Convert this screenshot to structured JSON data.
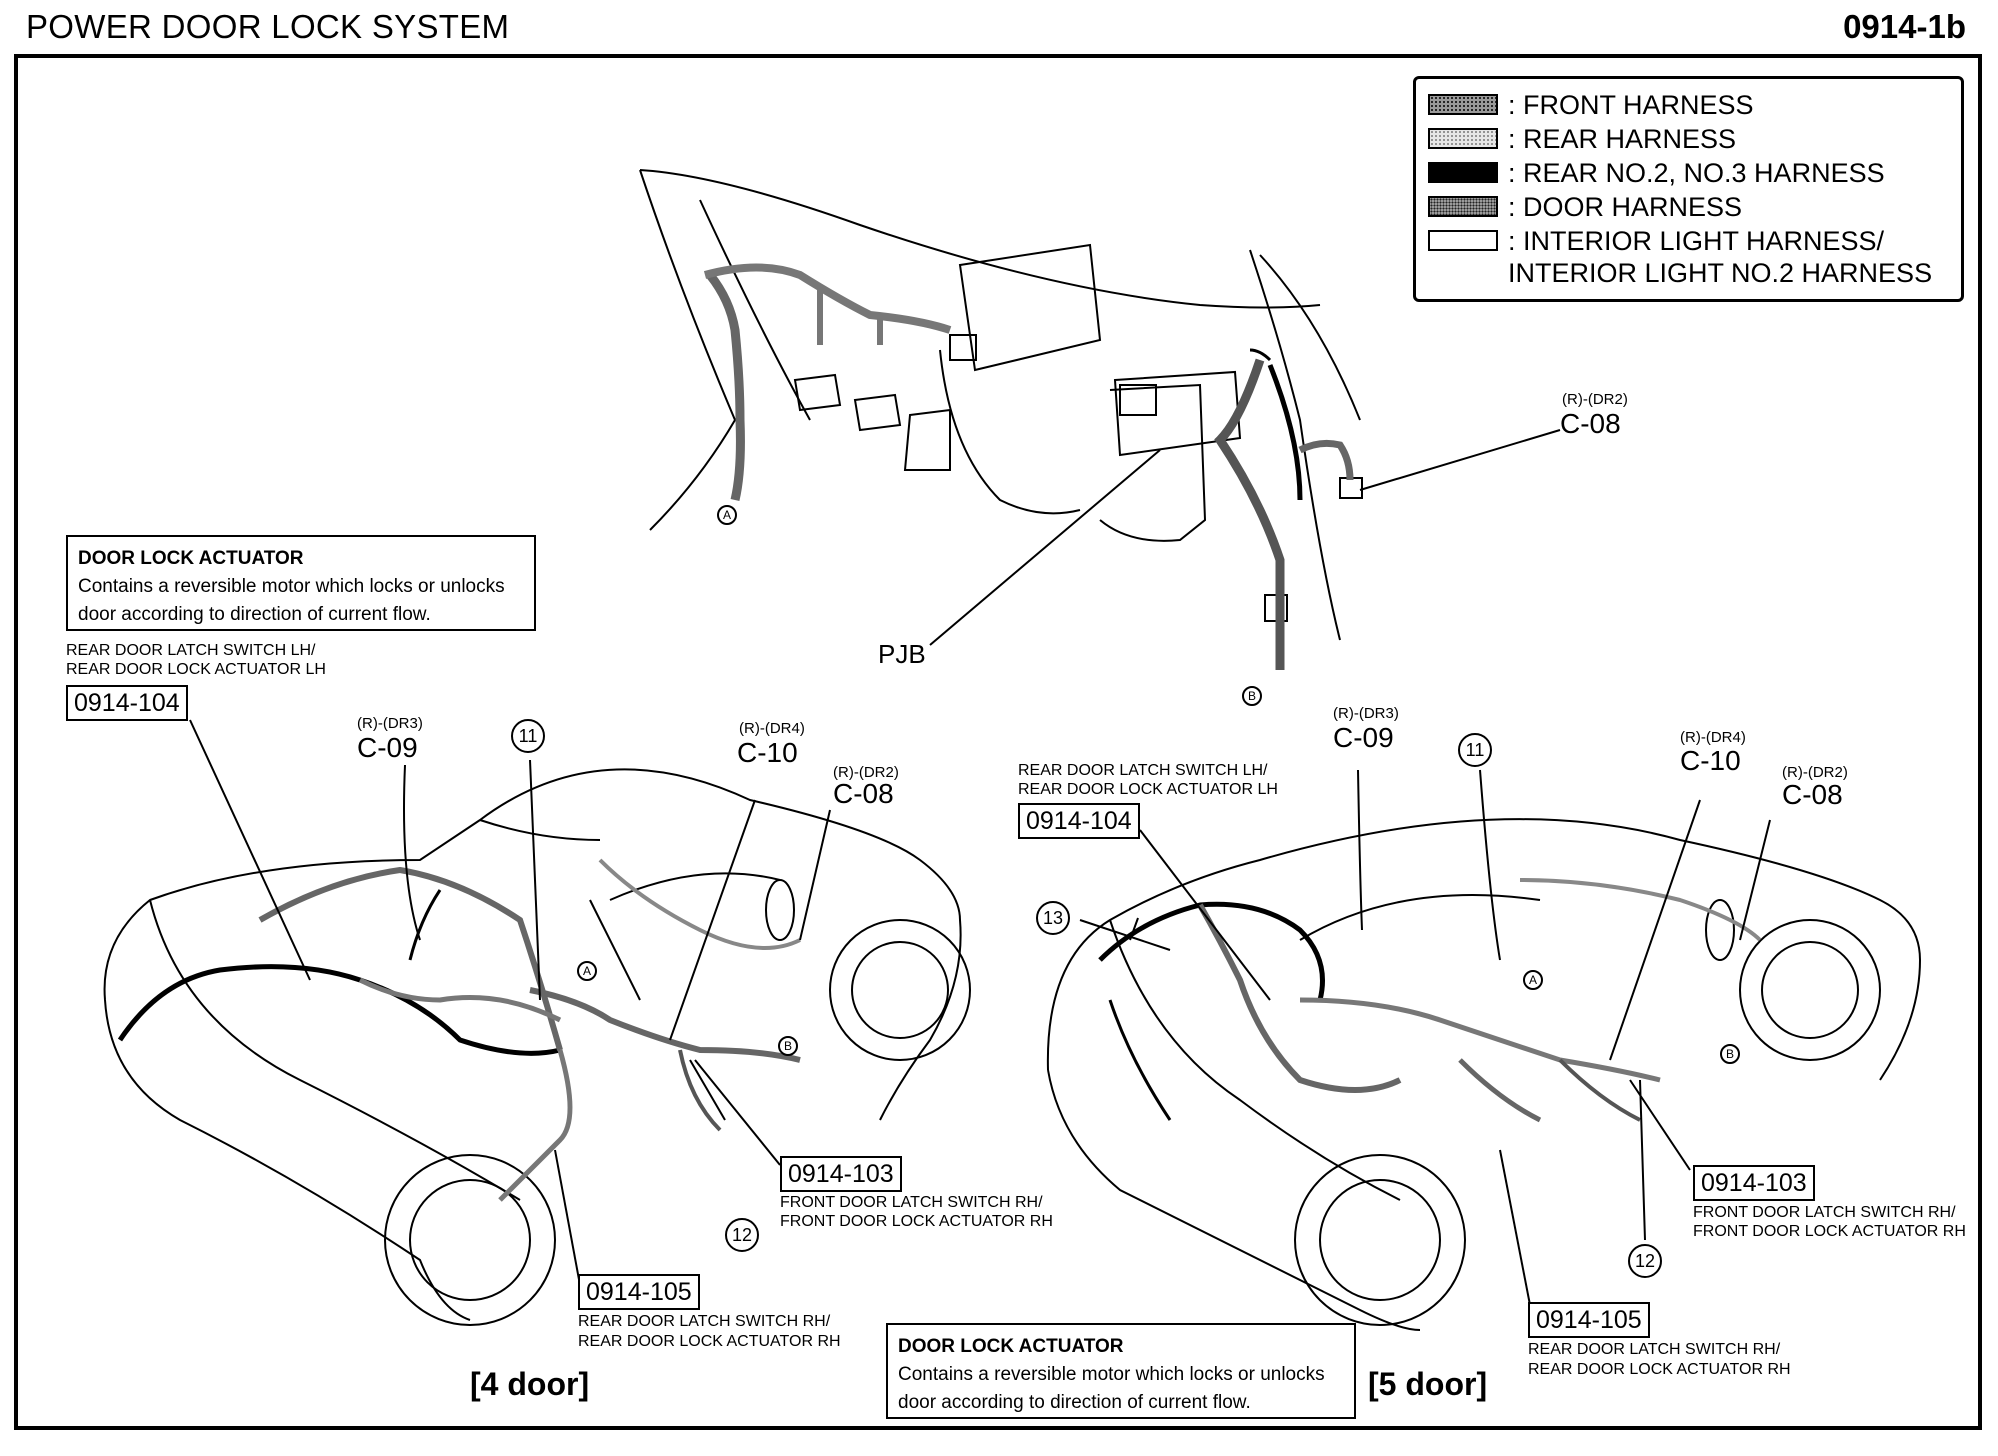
{
  "header": {
    "title": "POWER DOOR LOCK SYSTEM",
    "code": "0914-1b"
  },
  "legend": [
    {
      "label": ": FRONT HARNESS",
      "swatch_color": "#6f6f6f",
      "pattern": "dense-dots"
    },
    {
      "label": ": REAR HARNESS",
      "swatch_color": "#c8c8c8",
      "pattern": "light-dots"
    },
    {
      "label": ": REAR NO.2, NO.3 HARNESS",
      "swatch_color": "#000000",
      "pattern": "solid"
    },
    {
      "label": ": DOOR HARNESS",
      "swatch_color": "#8f8f8f",
      "pattern": "dots"
    },
    {
      "label": ": INTERIOR LIGHT HARNESS/",
      "label2": "INTERIOR LIGHT NO.2 HARNESS",
      "swatch_color": "#ffffff",
      "pattern": "outline"
    }
  ],
  "top_view": {
    "pjb_label": "PJB",
    "c08": {
      "sub": "(R)-(DR2)",
      "code": "C-08"
    },
    "marker_a": "A",
    "marker_b": "B"
  },
  "info_box": {
    "title": "DOOR LOCK ACTUATOR",
    "line1": "Contains a reversible motor which locks or unlocks",
    "line2": "door according to direction of current flow."
  },
  "four_door": {
    "variant_label": "[4 door]",
    "rear_lh": {
      "line1": "REAR DOOR LATCH SWITCH LH/",
      "line2": "REAR DOOR LOCK ACTUATOR LH",
      "code": "0914-104"
    },
    "c09": {
      "sub": "(R)-(DR3)",
      "code": "C-09"
    },
    "c10": {
      "sub": "(R)-(DR4)",
      "code": "C-10"
    },
    "c08": {
      "sub": "(R)-(DR2)",
      "code": "C-08"
    },
    "callout_11": "11",
    "callout_12": "12",
    "front_rh": {
      "code": "0914-103",
      "line1": "FRONT DOOR LATCH SWITCH RH/",
      "line2": "FRONT DOOR LOCK ACTUATOR RH"
    },
    "rear_rh": {
      "code": "0914-105",
      "line1": "REAR DOOR LATCH SWITCH RH/",
      "line2": "REAR DOOR LOCK ACTUATOR RH"
    },
    "marker_a": "A",
    "marker_b": "B"
  },
  "five_door": {
    "variant_label": "[5 door]",
    "rear_lh": {
      "line1": "REAR DOOR LATCH SWITCH LH/",
      "line2": "REAR DOOR LOCK ACTUATOR LH",
      "code": "0914-104"
    },
    "c09": {
      "sub": "(R)-(DR3)",
      "code": "C-09"
    },
    "c10": {
      "sub": "(R)-(DR4)",
      "code": "C-10"
    },
    "c08": {
      "sub": "(R)-(DR2)",
      "code": "C-08"
    },
    "callout_11": "11",
    "callout_12": "12",
    "callout_13": "13",
    "front_rh": {
      "code": "0914-103",
      "line1": "FRONT DOOR LATCH SWITCH RH/",
      "line2": "FRONT DOOR LOCK ACTUATOR RH"
    },
    "rear_rh": {
      "code": "0914-105",
      "line1": "REAR DOOR LATCH SWITCH RH/",
      "line2": "REAR DOOR LOCK ACTUATOR RH"
    },
    "marker_a": "A",
    "marker_b": "B"
  },
  "info_box_bottom": {
    "title": "DOOR LOCK ACTUATOR",
    "line1": "Contains a reversible motor which locks or unlocks",
    "line2": "door according to direction of current flow."
  }
}
